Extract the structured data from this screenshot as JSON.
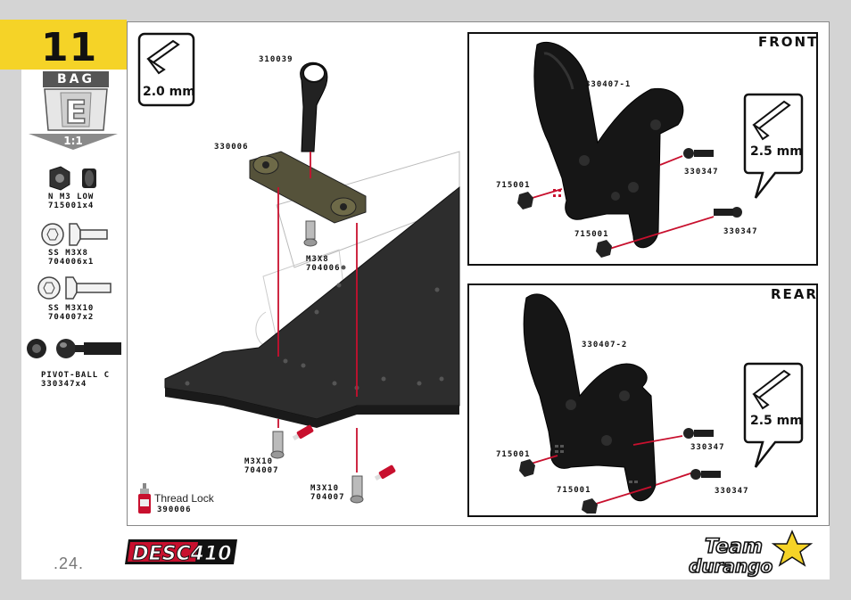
{
  "step": {
    "number": "11",
    "bag_label": "BAG",
    "bag_letter": "E",
    "scale": "1:1"
  },
  "parts_list": [
    {
      "name": "N M3 LOW",
      "code": "715001x4"
    },
    {
      "name": "SS M3X8",
      "code": "704006x1"
    },
    {
      "name": "SS M3X10",
      "code": "704007x2"
    },
    {
      "name": "PIVOT-BALL C",
      "code": "330347x4"
    }
  ],
  "main_view": {
    "tool": "2.0 mm",
    "labels": {
      "mount": "310039",
      "bracket": "330006",
      "screw_m3x8": "M3X8",
      "screw_m3x8_code": "704006",
      "screw_m3x10_a": "M3X10",
      "screw_m3x10_a_code": "704007",
      "screw_m3x10_b": "M3X10",
      "screw_m3x10_b_code": "704007",
      "thread_lock": "Thread Lock",
      "thread_lock_code": "390006"
    }
  },
  "front_view": {
    "title": "FRONT",
    "tool": "2.5 mm",
    "labels": {
      "tower": "330407-1",
      "nut_top": "715001",
      "nut_bottom": "715001",
      "ball_top": "330347",
      "ball_bottom": "330347"
    }
  },
  "rear_view": {
    "title": "REAR",
    "tool": "2.5 mm",
    "labels": {
      "tower": "330407-2",
      "nut_top": "715001",
      "nut_bottom": "715001",
      "ball_top": "330347",
      "ball_bottom": "330347"
    }
  },
  "footer": {
    "page": ".24.",
    "product_logo": "DESC410",
    "brand_line1": "Team",
    "brand_line2": "durango"
  },
  "colors": {
    "accent_yellow": "#f5d327",
    "guide_red": "#c8102e",
    "dark": "#111111"
  }
}
